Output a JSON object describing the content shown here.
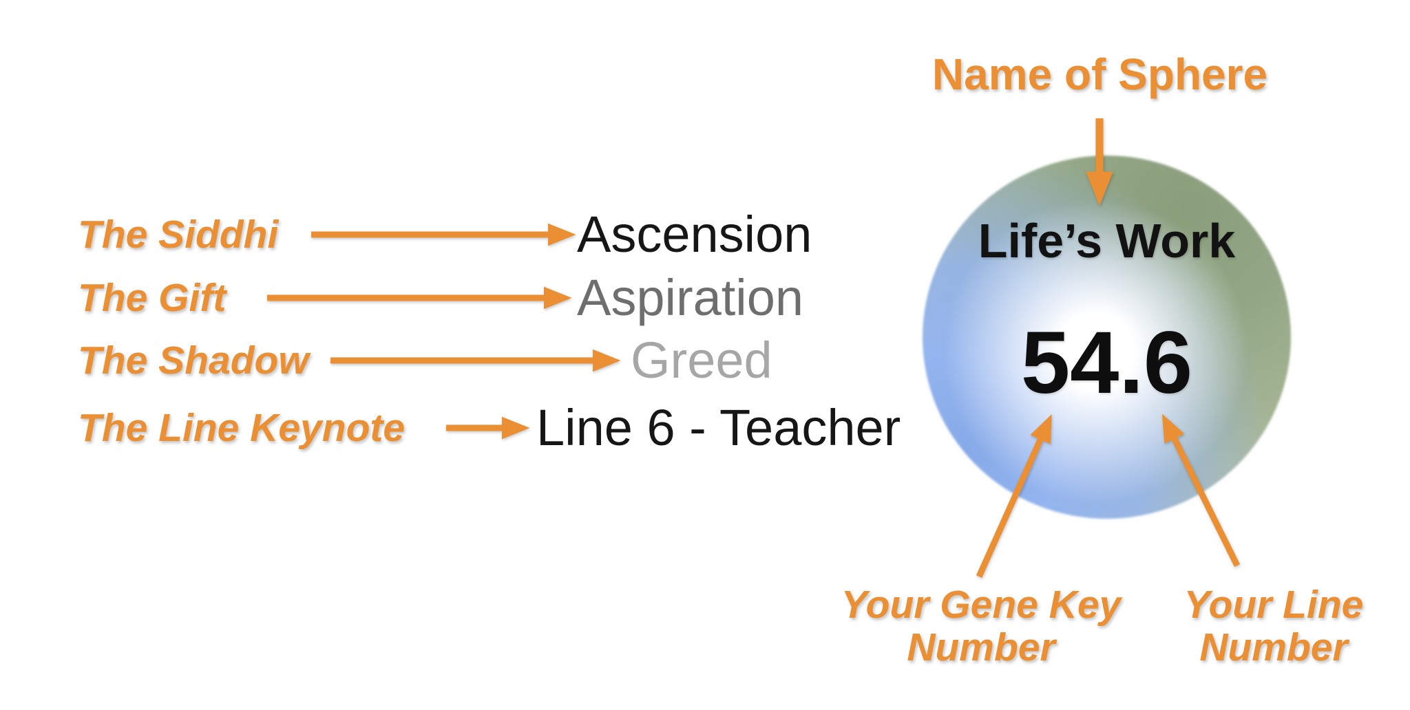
{
  "colors": {
    "background": "#ffffff",
    "accent_orange": "#EA8F33",
    "sphere_green": "#8a9e7c",
    "sphere_blue": "#8fb2ee",
    "sphere_center_glow": "#ffffff"
  },
  "legend": {
    "rows": [
      {
        "label": "The Siddhi",
        "value": "Ascension",
        "value_color": "#161616"
      },
      {
        "label": "The Gift",
        "value": "Aspiration",
        "value_color": "#6e6e6e"
      },
      {
        "label": "The Shadow",
        "value": "Greed",
        "value_color": "#a6a6a6"
      },
      {
        "label": "The Line Keynote",
        "value": "Line 6 - Teacher",
        "value_color": "#161616"
      }
    ]
  },
  "sphere": {
    "name": "Life’s Work",
    "value": "54.6"
  },
  "annotations": {
    "name_of_sphere": "Name of Sphere",
    "gene_key_label_line1": "Your Gene Key",
    "gene_key_label_line2": "Number",
    "line_label_line1": "Your Line",
    "line_label_line2": "Number"
  }
}
